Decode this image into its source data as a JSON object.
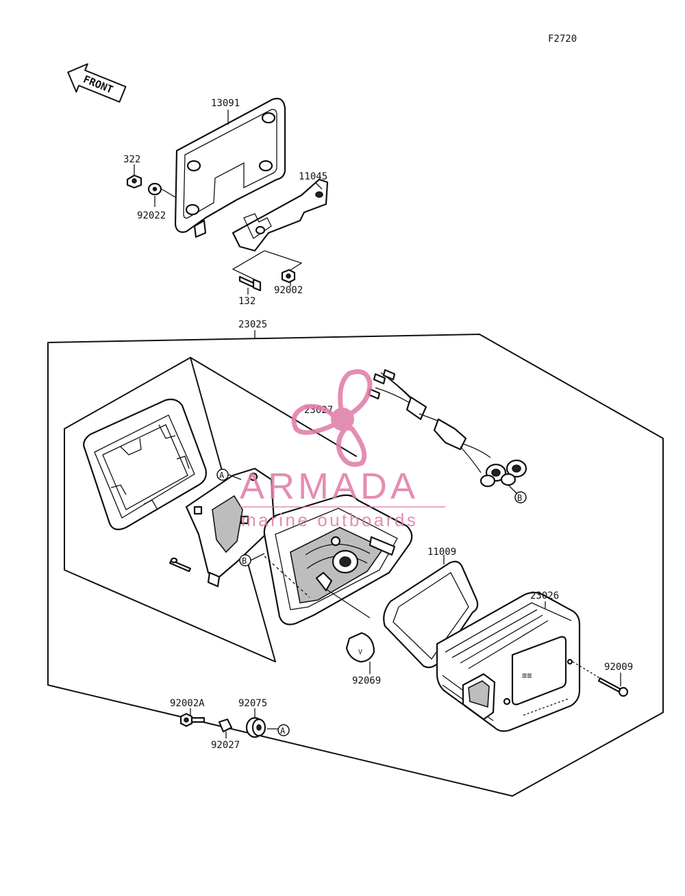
{
  "figure_code": "F2720",
  "front_label": "FRONT",
  "watermark": {
    "brand": "ARMADA",
    "tagline": "marine outboards",
    "color": "#e07aa6"
  },
  "part_labels": {
    "p13091": "13091",
    "p322": "322",
    "p11045": "11045",
    "p92022": "92022",
    "p132": "132",
    "p92002": "92002",
    "p23025": "23025",
    "p23027": "23027",
    "p11009": "11009",
    "p23026": "23026",
    "p92009": "92009",
    "p92069": "92069",
    "p92002A": "92002A",
    "p92075": "92075",
    "p92027": "92027"
  },
  "callouts": {
    "a": "A",
    "b": "B"
  }
}
